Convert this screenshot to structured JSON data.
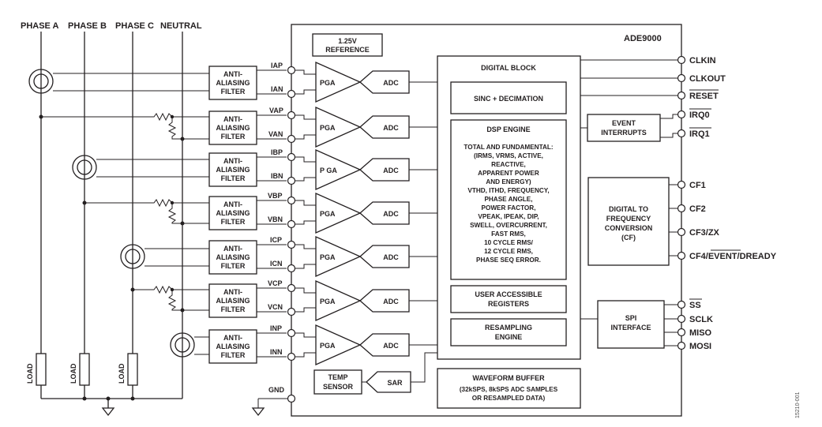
{
  "header": {
    "phase_a": "PHASE A",
    "phase_b": "PHASE B",
    "phase_c": "PHASE C",
    "neutral": "NEUTRAL"
  },
  "chip": {
    "name": "ADE9000",
    "reference": [
      "1.25V",
      "REFERENCE"
    ],
    "gnd": "GND"
  },
  "filter_label": [
    "ANTI-",
    "ALIASING",
    "FILTER"
  ],
  "channels": [
    {
      "p": "IAP",
      "n": "IAN",
      "pga": "PGA",
      "adc": "ADC"
    },
    {
      "p": "VAP",
      "n": "VAN",
      "pga": "PGA",
      "adc": "ADC"
    },
    {
      "p": "IBP",
      "n": "IBN",
      "pga": "P GA",
      "adc": "ADC"
    },
    {
      "p": "VBP",
      "n": "VBN",
      "pga": "PGA",
      "adc": "ADC"
    },
    {
      "p": "ICP",
      "n": "ICN",
      "pga": "PGA",
      "adc": "ADC"
    },
    {
      "p": "VCP",
      "n": "VCN",
      "pga": "PGA",
      "adc": "ADC"
    },
    {
      "p": "INP",
      "n": "INN",
      "pga": "PGA",
      "adc": "ADC"
    }
  ],
  "temp": {
    "label": [
      "TEMP",
      "SENSOR"
    ],
    "sar": "SAR"
  },
  "digital": {
    "title": "DIGITAL BLOCK",
    "sinc": "SINC + DECIMATION",
    "dsp_title": "DSP ENGINE",
    "dsp_lines": [
      "TOTAL AND FUNDAMENTAL:",
      "(IRMS, VRMS, ACTIVE,",
      "REACTIVE,",
      "APPARENT POWER",
      "AND ENERGY)",
      "VTHD, ITHD, FREQUENCY,",
      "PHASE ANGLE,",
      "POWER FACTOR,",
      "VPEAK, IPEAK, DIP,",
      "SWELL, OVERCURRENT,",
      "FAST RMS,",
      "10 CYCLE RMS/",
      "12 CYCLE RMS,",
      "PHASE SEQ ERROR."
    ],
    "user_regs": [
      "USER ACCESSIBLE",
      "REGISTERS"
    ],
    "resampling": [
      "RESAMPLING",
      "ENGINE"
    ]
  },
  "waveform": {
    "title": "WAVEFORM BUFFER",
    "lines": [
      "(32kSPS, 8kSPS ADC SAMPLES",
      "OR RESAMPLED DATA)"
    ]
  },
  "event": [
    "EVENT",
    "INTERRUPTS"
  ],
  "cf_block": [
    "DIGITAL TO",
    "FREQUENCY",
    "CONVERSION",
    "(CF)"
  ],
  "spi": [
    "SPI",
    "INTERFACE"
  ],
  "pins": {
    "clkin": "CLKIN",
    "clkout": "CLKOUT",
    "reset": "RESET",
    "irq0": "IRQ0",
    "irq1": "IRQ1",
    "cf1": "CF1",
    "cf2": "CF2",
    "cf3": "CF3/ZX",
    "cf4_a": "CF4/",
    "cf4_b": "EVENT",
    "cf4_c": "/DREADY",
    "ss": "SS",
    "sclk": "SCLK",
    "miso": "MISO",
    "mosi": "MOSI"
  },
  "loads": [
    "LOAD",
    "LOAD",
    "LOAD"
  ],
  "figure_code": "15210-001"
}
